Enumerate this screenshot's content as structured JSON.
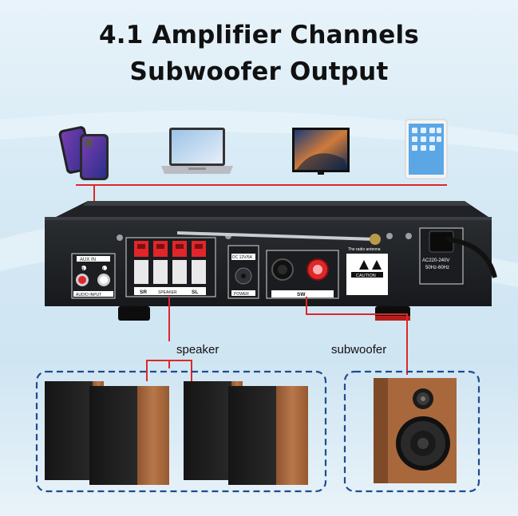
{
  "headline": {
    "line1": "4.1 Amplifier Channels",
    "line2": "Subwoofer Output"
  },
  "sources": [
    {
      "name": "smartphones-icon"
    },
    {
      "name": "laptop-icon"
    },
    {
      "name": "television-icon"
    },
    {
      "name": "tablet-icon"
    }
  ],
  "amplifier": {
    "aux_in": "AUX IN",
    "aux_r": "R",
    "aux_l": "L",
    "audio_input": "AUDIO INPUT",
    "speaker_sr": "SR",
    "speaker_sl": "SL",
    "speaker_strip": "SPEAKER",
    "dc_label": "DC 12V/5A",
    "power": "POWER",
    "antenna": "The radio antenna",
    "caution": "CAUTION",
    "sw": "SW",
    "ac_line1": "AC220-240V",
    "ac_line2": "50Hz-60Hz"
  },
  "labels": {
    "speaker": "speaker",
    "subwoofer": "subwoofer"
  },
  "colors": {
    "connector_red": "#e0262a",
    "dash_blue": "#1f4c8f",
    "wood": "#a8683c"
  }
}
